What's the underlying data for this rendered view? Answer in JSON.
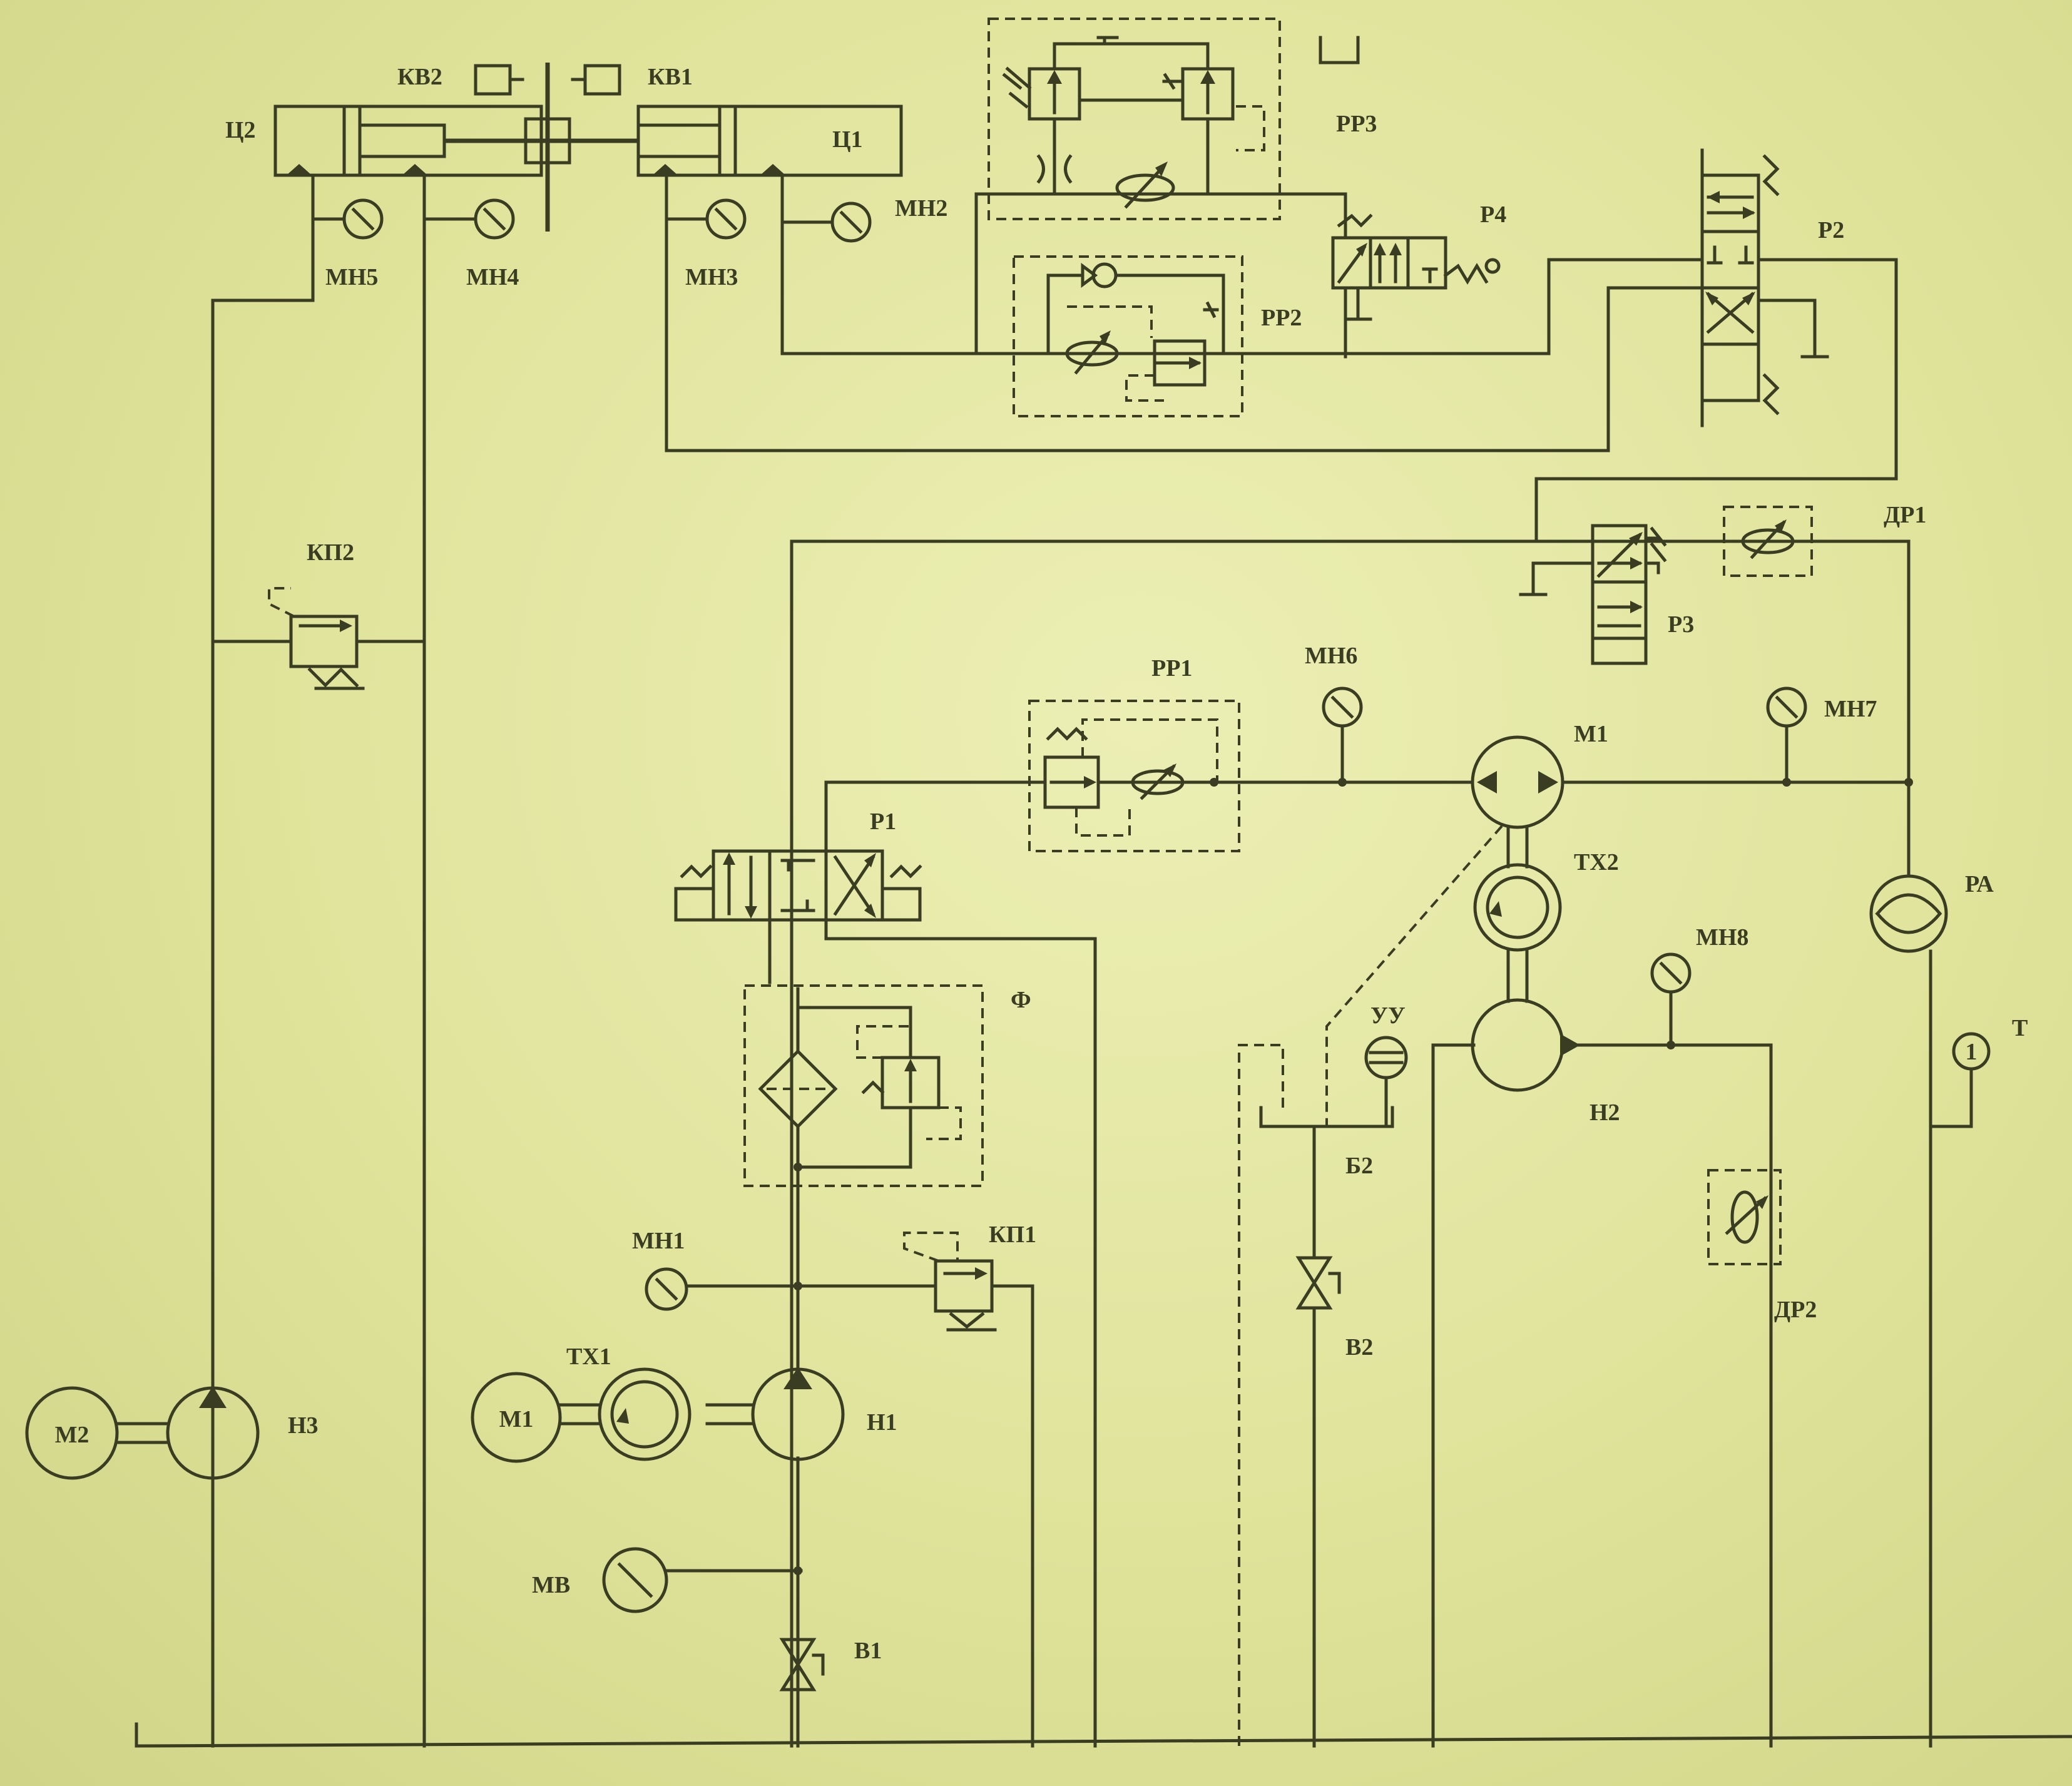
{
  "labels": {
    "kv2": "КВ2",
    "kv1": "КВ1",
    "c2": "Ц2",
    "c1": "Ц1",
    "mn2": "МН2",
    "mn3": "МН3",
    "mn4": "МН4",
    "mn5": "МН5",
    "rr3": "РР3",
    "rr2": "РР2",
    "p4": "Р4",
    "p2": "Р2",
    "kp2": "КП2",
    "dr1": "ДР1",
    "p3": "Р3",
    "rr1": "РР1",
    "mn6": "МН6",
    "mn7": "МН7",
    "m1_motor": "М1",
    "p1": "Р1",
    "tx2": "ТХ2",
    "pa": "РА",
    "mn8": "МН8",
    "f": "Ф",
    "yy": "УУ",
    "t": "Т",
    "b2": "Б2",
    "n2": "Н2",
    "mn1": "МН1",
    "kp1": "КП1",
    "dr2": "ДР2",
    "v2": "В2",
    "tx1": "ТХ1",
    "m2": "М2",
    "n3": "Н3",
    "m1_drive": "М1",
    "n1": "Н1",
    "mv": "МВ",
    "v1": "В1",
    "t_symbol": "1"
  },
  "colors": {
    "paper": "#e3e6a0",
    "ink": "#3a3d22"
  }
}
